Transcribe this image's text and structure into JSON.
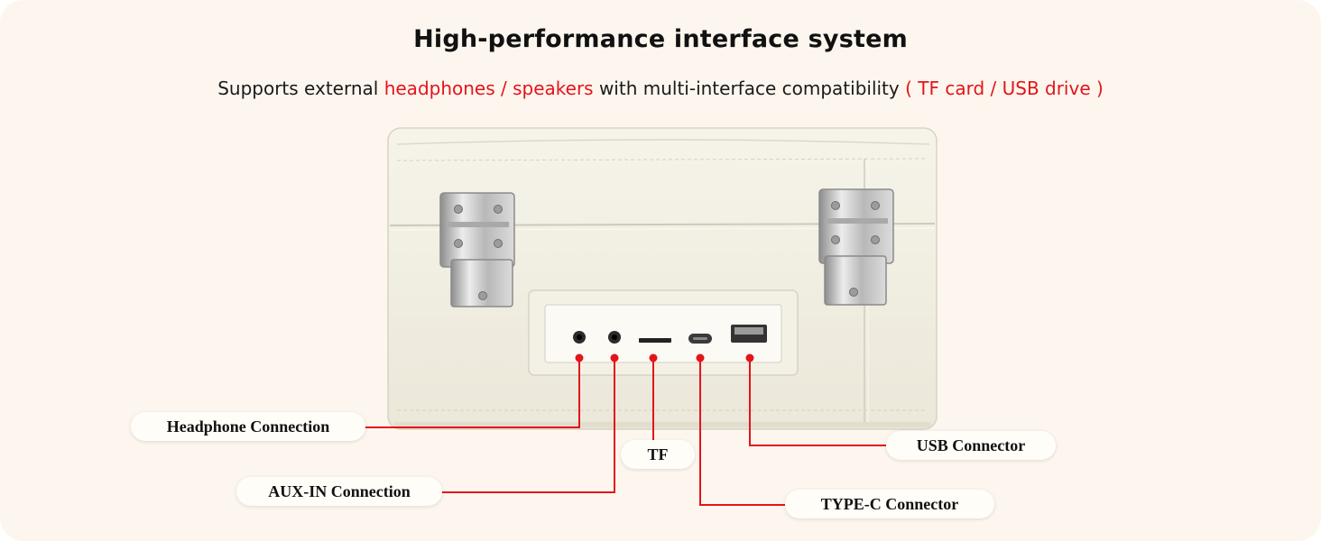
{
  "header": {
    "title": "High-performance interface system",
    "subtitle": {
      "part1": "Supports external ",
      "part2": "headphones / speakers",
      "part3": " with multi-interface compatibility ",
      "part4": "( TF card / USB drive )"
    }
  },
  "callouts": {
    "headphone": "Headphone Connection",
    "aux": "AUX-IN Connection",
    "tf": "TF",
    "typec": "TYPE-C Connector",
    "usb": "USB Connector"
  },
  "colors": {
    "accent": "#e3141b",
    "background": "#fdf6ee",
    "case": "#f1eee2"
  }
}
